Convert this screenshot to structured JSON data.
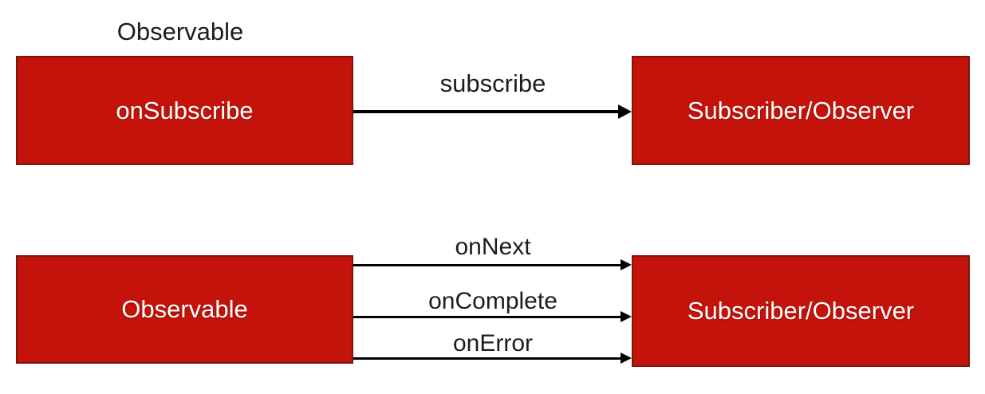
{
  "colors": {
    "box_fill": "#c4130a",
    "box_border": "#7a150f",
    "arrow": "#000000",
    "title_text": "#1c1c1c",
    "box_text": "#ffffff",
    "background": "#ffffff"
  },
  "top_row": {
    "title": "Observable",
    "source_box": "onSubscribe",
    "arrow_label": "subscribe",
    "target_box": "Subscriber/Observer"
  },
  "bottom_row": {
    "source_box": "Observable",
    "arrows": [
      {
        "label": "onNext"
      },
      {
        "label": "onComplete"
      },
      {
        "label": "onError"
      }
    ],
    "target_box": "Subscriber/Observer"
  }
}
